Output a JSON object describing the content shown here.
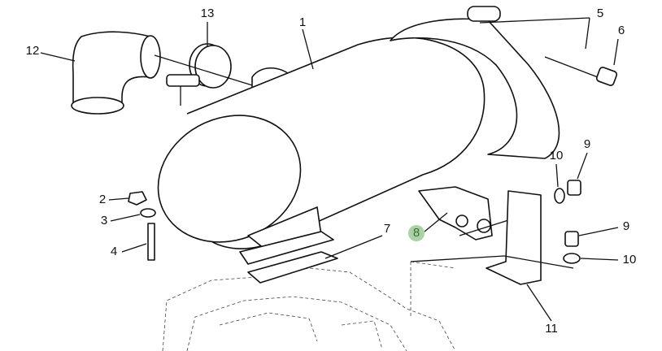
{
  "diagram": {
    "callouts": [
      {
        "id": "1",
        "label": "1"
      },
      {
        "id": "2",
        "label": "2"
      },
      {
        "id": "3",
        "label": "3"
      },
      {
        "id": "4",
        "label": "4"
      },
      {
        "id": "5",
        "label": "5"
      },
      {
        "id": "6",
        "label": "6"
      },
      {
        "id": "7",
        "label": "7"
      },
      {
        "id": "8",
        "label": "8",
        "highlighted": true
      },
      {
        "id": "9a",
        "label": "9"
      },
      {
        "id": "9b",
        "label": "9"
      },
      {
        "id": "10a",
        "label": "10"
      },
      {
        "id": "10b",
        "label": "10"
      },
      {
        "id": "11",
        "label": "11"
      },
      {
        "id": "12",
        "label": "12"
      },
      {
        "id": "13",
        "label": "13"
      }
    ],
    "highlight_color": "#a9d3a5"
  }
}
